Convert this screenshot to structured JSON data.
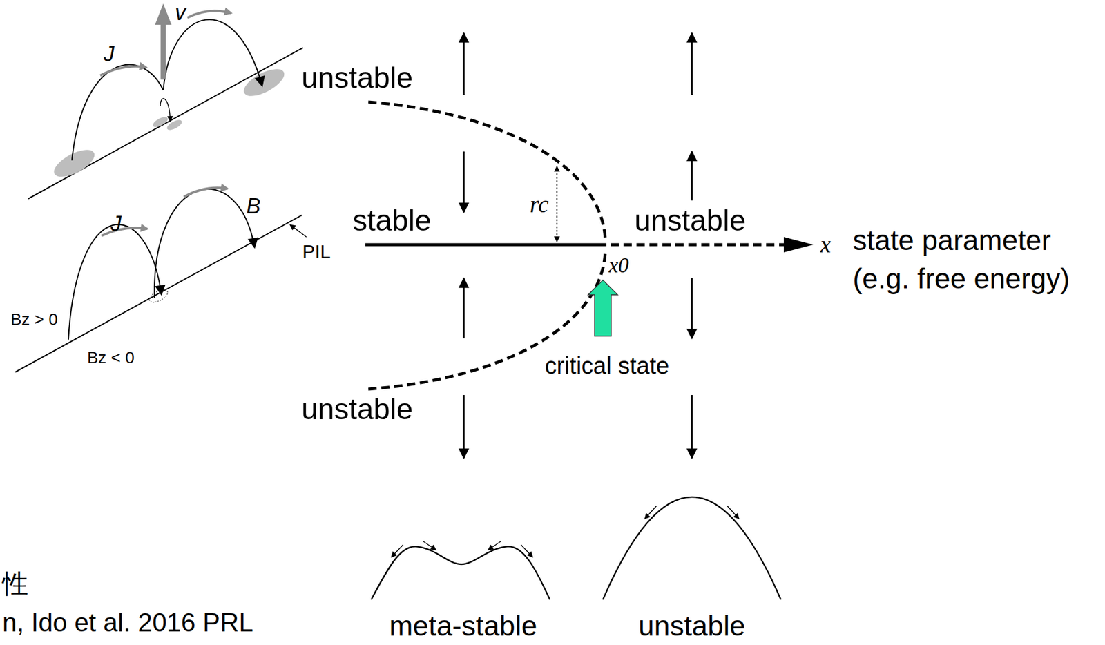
{
  "diagram": {
    "labels": [
      "v",
      "J",
      "unstable",
      "rc",
      "stable",
      "unstable",
      "x",
      "state parameter (e.g. free energy)",
      "J",
      "B",
      "PIL",
      "x0",
      "Bz > 0",
      "critical state",
      "Bz < 0",
      "unstable",
      "性",
      "n, Ido et al. 2016 PRL",
      "meta-stable",
      "unstable"
    ]
  }
}
